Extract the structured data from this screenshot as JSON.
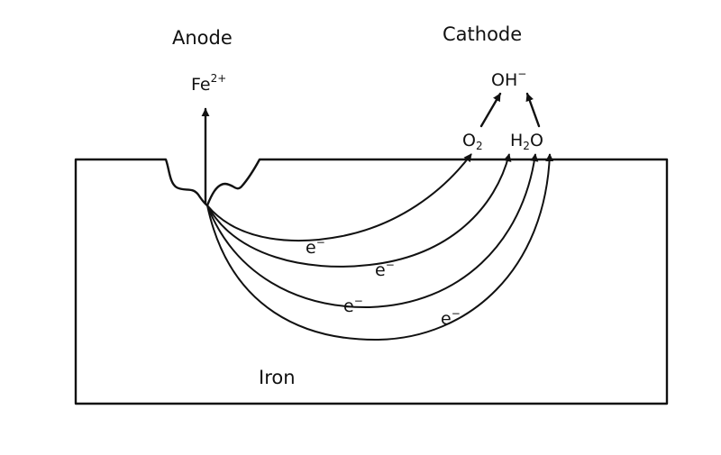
{
  "labels": {
    "anode": "Anode",
    "cathode": "Cathode",
    "metal": "Iron",
    "oxygen": "O",
    "oxygen_subscript": "2",
    "water_h": "H",
    "water_subscript": "2",
    "water_o": "O",
    "hydroxide": "OH",
    "hydroxide_charge": "−",
    "iron_ion": "Fe",
    "iron_ion_charge": "2+",
    "electron": "e",
    "electron_charge": "−"
  },
  "colors": {
    "ink": "#111111",
    "background": "#ffffff"
  }
}
